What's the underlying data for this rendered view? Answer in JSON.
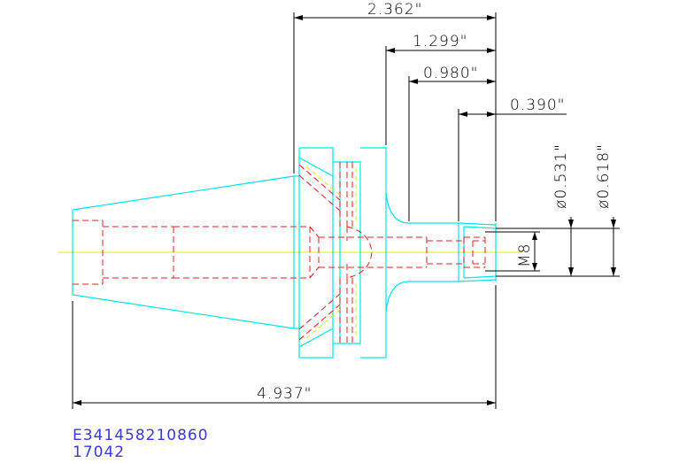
{
  "colors": {
    "background": "#ffffff",
    "outline": "#00e5ee",
    "hidden_lines": "#e02020",
    "centerline": "#e8e800",
    "dimension": "#000000",
    "code_text": "#3a3ad0"
  },
  "dimensions": {
    "overall_length_top": "2.362\"",
    "length_1": "1.299\"",
    "length_2": "0.980\"",
    "length_3": "0.390\"",
    "diameter_inner": "ø0.531\"",
    "diameter_outer": "ø0.618\"",
    "thread": "M8",
    "total_length": "4.937\""
  },
  "part_code": {
    "number": "E341458210860",
    "id": "17042"
  }
}
